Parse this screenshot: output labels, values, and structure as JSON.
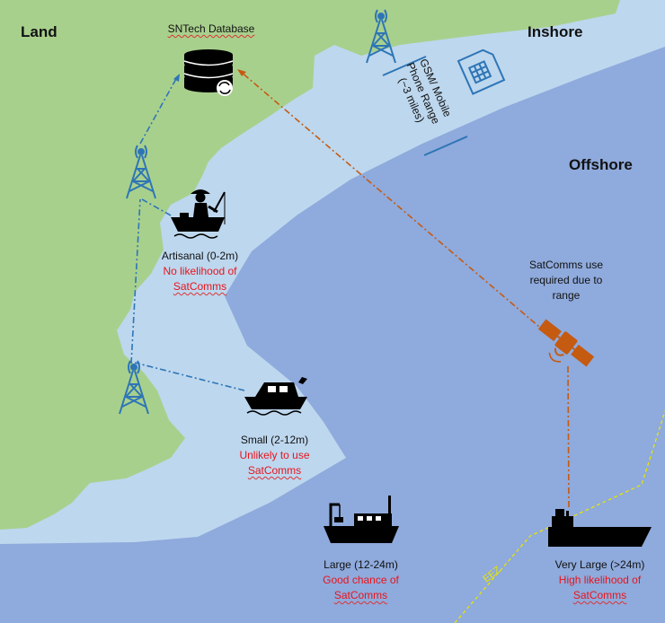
{
  "zones": {
    "land": "Land",
    "inshore": "Inshore",
    "offshore": "Offshore"
  },
  "database": {
    "label": "SNTech Database"
  },
  "gsm": {
    "line1": "GSM/ Mobile",
    "line2": "Phone Range",
    "line3": "(~3 miles)"
  },
  "satcomms_note": {
    "line1": "SatComms use",
    "line2": "required due to",
    "line3": "range"
  },
  "vessels": {
    "artisanal": {
      "size": "Artisanal (0-2m)",
      "likelihood_1": "No likelihood of",
      "likelihood_2": "SatComms"
    },
    "small": {
      "size": "Small (2-12m)",
      "likelihood_1": "Unlikely to use",
      "likelihood_2": "SatComms"
    },
    "large": {
      "size": "Large (12-24m)",
      "likelihood_1": "Good chance of",
      "likelihood_2": "SatComms"
    },
    "very_large": {
      "size": "Very Large (>24m)",
      "likelihood_1": "High likelihood of",
      "likelihood_2": "SatComms"
    }
  },
  "eez": {
    "label": "EEZ"
  },
  "colors": {
    "land": "#a8d08d",
    "inshore": "#bdd7ee",
    "offshore": "#8faadc",
    "mobile_link": "#2e75b6",
    "satellite_link": "#c55a11",
    "eez_line": "#e6e600",
    "warning_text": "#e8141c"
  },
  "icons": [
    "database-icon",
    "cell-tower-icon",
    "sim-card-icon",
    "fisherman-icon",
    "small-boat-icon",
    "trawler-icon",
    "cargo-ship-icon",
    "satellite-icon"
  ]
}
